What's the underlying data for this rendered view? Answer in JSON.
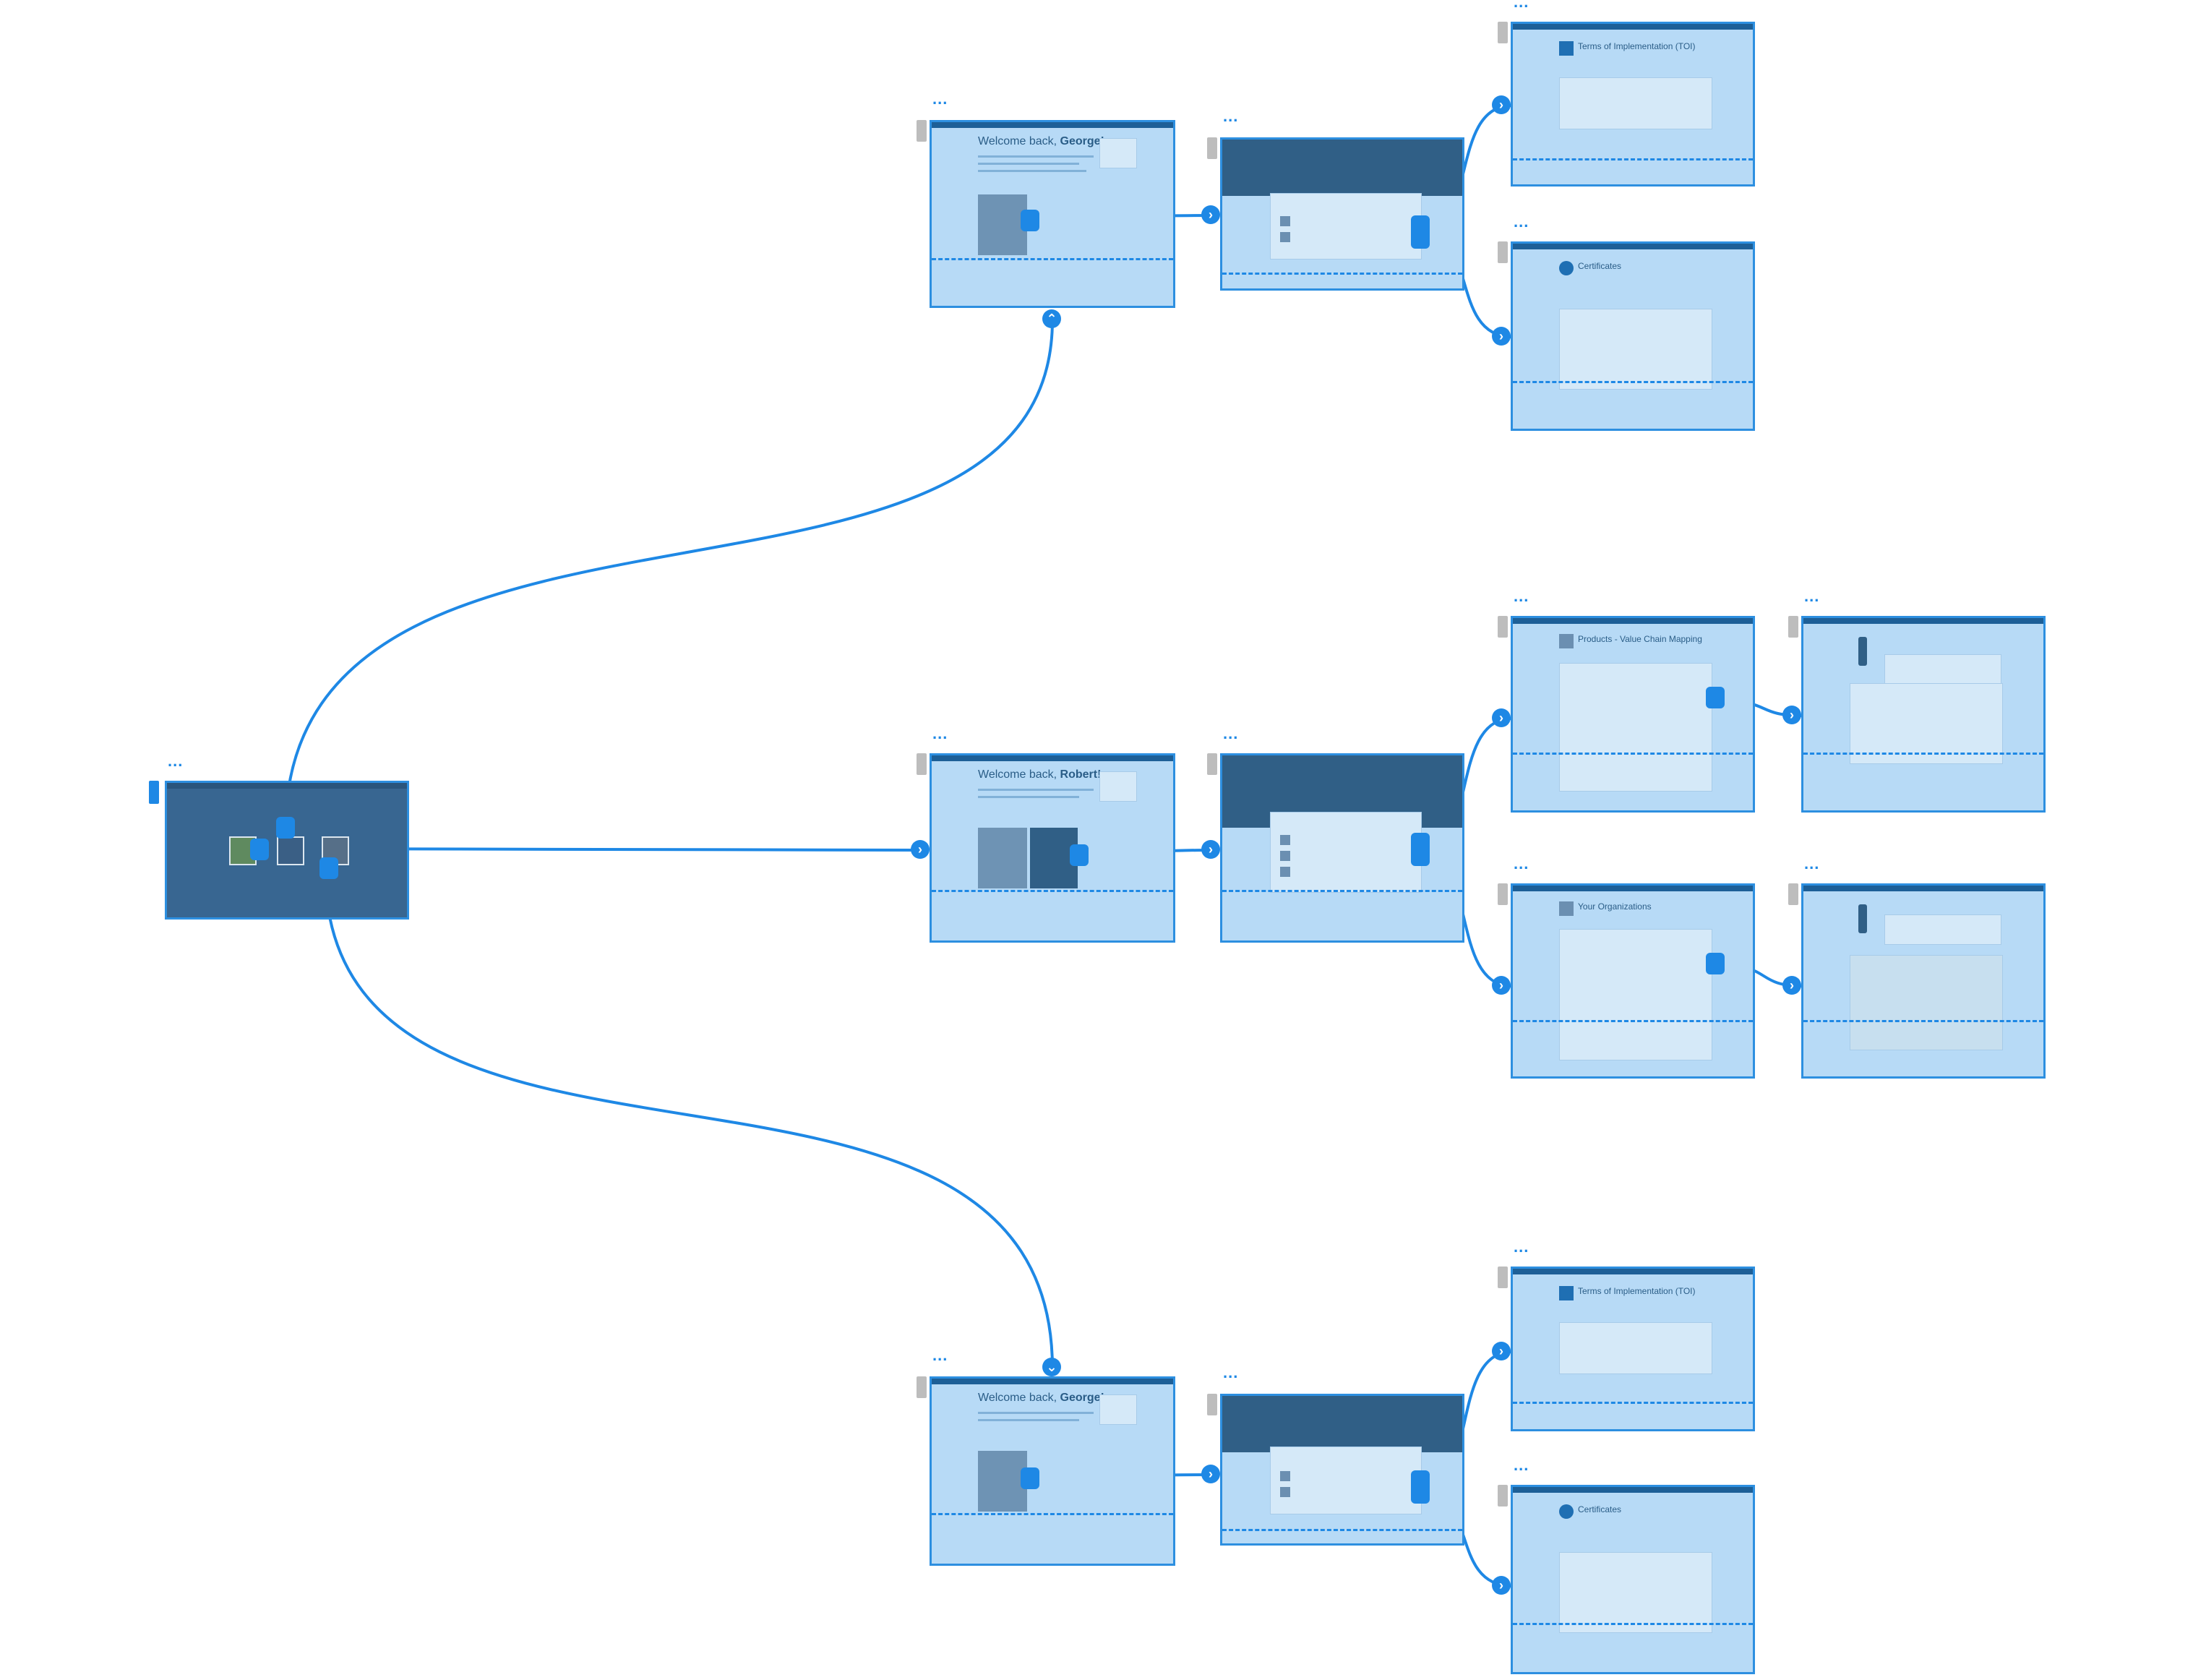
{
  "diagram": {
    "accent_color": "#1e88e5",
    "frame_color": "#b7daf6",
    "root_color": "#386691",
    "menu_glyph": "...",
    "icons": {
      "forward_control": "chevron-right-icon",
      "up_control": "chevron-up-icon",
      "down_control": "chevron-down-icon",
      "menu": "more-horizontal-icon"
    }
  },
  "screens": {
    "welcome_george_top": {
      "heading_prefix": "Welcome back, ",
      "heading_name": "George!"
    },
    "welcome_robert": {
      "heading_prefix": "Welcome back, ",
      "heading_name": "Robert!"
    },
    "welcome_george_bottom": {
      "heading_prefix": "Welcome back, ",
      "heading_name": "George!"
    },
    "tois_top": {
      "heading": "Terms of Implementation (TOI)"
    },
    "certificates_top": {
      "heading": "Certificates"
    },
    "products_vcm": {
      "heading": "Products - Value Chain Mapping"
    },
    "your_organizations": {
      "heading": "Your Organizations"
    },
    "tois_bottom": {
      "heading": "Terms of Implementation (TOI)"
    },
    "certificates_bottom": {
      "heading": "Certificates"
    }
  }
}
